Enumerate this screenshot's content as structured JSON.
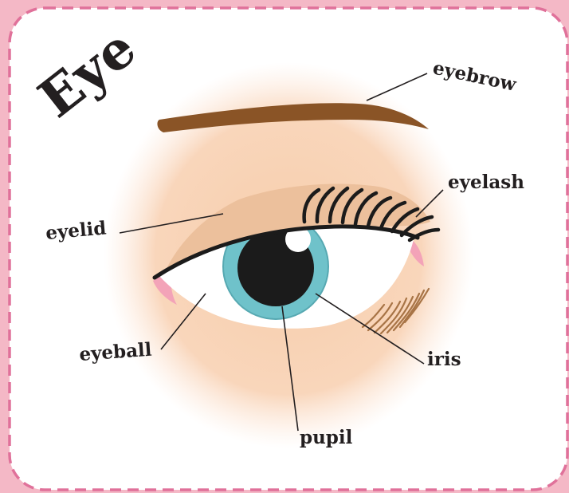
{
  "title": "Eye",
  "labels": {
    "eyebrow": "eyebrow",
    "eyelash": "eyelash",
    "eyelid": "eyelid",
    "eyeball": "eyeball",
    "iris": "iris",
    "pupil": "pupil"
  },
  "colors": {
    "page_background": "#f4b8c6",
    "card": "#ffffff",
    "dashed_border": "#e0719a",
    "skin": "#f9d8bf",
    "eyelid": "#ecc09c",
    "eyebrow": "#8a5426",
    "iris": "#6fc2ca",
    "pupil": "#1b1b1b",
    "tear_duct": "#f3a3b8",
    "lower_lashes": "#a87446"
  }
}
